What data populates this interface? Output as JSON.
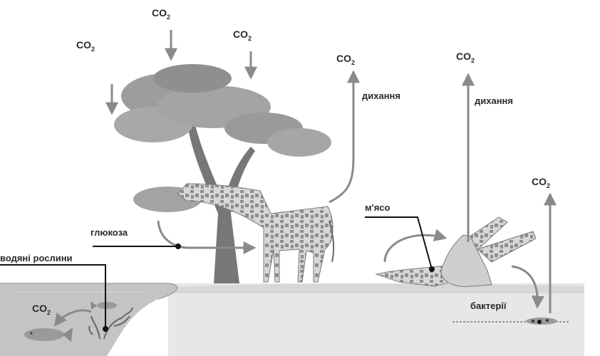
{
  "co2": {
    "main": "CO",
    "sub": "2"
  },
  "labels": {
    "respiration": "дихання",
    "glucose": "глюкоза",
    "meat": "м'ясо",
    "water_plants": "водяні рослини",
    "bacteria": "бактерії"
  },
  "colors": {
    "arrow": "#8a8a8a",
    "pointer": "#111111",
    "ground": "#d9d9d9",
    "water": "#bdbdbd",
    "foliage": "#9b9b9b",
    "giraffe": "#cfcfcf",
    "giraffe_spots": "#8c8c8c"
  }
}
